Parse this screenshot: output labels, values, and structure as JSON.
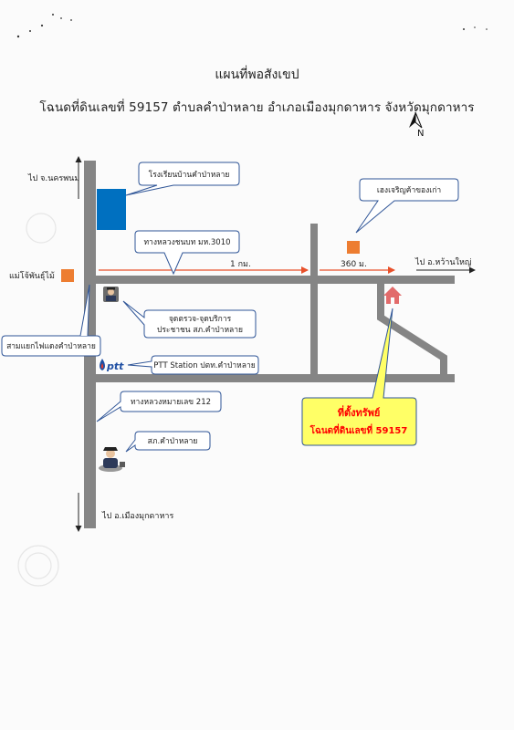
{
  "title": "แผนที่พอสังเขป",
  "subtitle": "โฉนดที่ดินเลขที่ 59157 ตำบลคำป่าหลาย อำเภอเมืองมุกดาหาร จังหวัดมุกดาหาร",
  "north_label": "N",
  "labels": {
    "to_nakhon_phanom": "ไป จ.นครพนม",
    "to_mueang_mukdahan": "ไป อ.เมืองมุกดาหาร",
    "to_wan_yai": "ไป อ.หว้านใหญ่",
    "school": "โรงเรียนบ้านคำป่าหลาย",
    "old_market": "เฮงเจริญค้าของเก่า",
    "road_3010": "ทางหลวงชนบท มห.3010",
    "distance_1km": "1 กม.",
    "distance_360m": "360 ม.",
    "plant_shop": "แม่โจ้พันธุ์ไม้",
    "police_box_line1": "จุดตรวจ-จุดบริการ",
    "police_box_line2": "ประชาชน สภ.คำป่าหลาย",
    "junction": "สามแยกไฟแดงคำป่าหลาย",
    "ptt_logo": "ptt",
    "ptt_station": "PTT Station ปตท.คำป่าหลาย",
    "highway_212": "ทางหลวงหมายเลข 212",
    "police_station": "สภ.คำป่าหลาย",
    "property_line1": "ที่ตั้งทรัพย์",
    "property_line2": "โฉนดที่ดินเลขที่ 59157"
  },
  "colors": {
    "road": "#858585",
    "callout_border": "#2f5597",
    "school_block": "#0070c0",
    "landmark_orange": "#ed7d31",
    "arrow_red": "#e8502a",
    "property_fill": "#ffff66",
    "property_text": "#ff0000",
    "house_icon": "#e26b6b"
  }
}
